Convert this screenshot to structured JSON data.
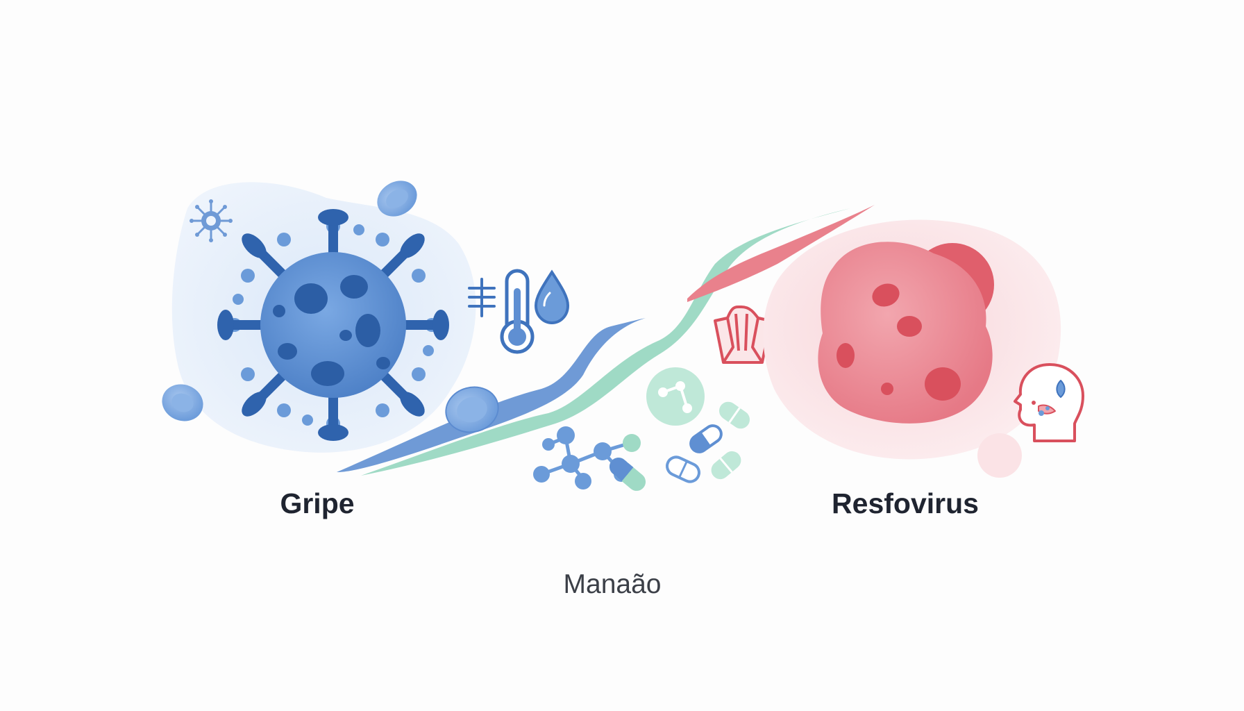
{
  "labels": {
    "left": "Gripe",
    "right": "Resfovirus",
    "caption": "Manaão"
  },
  "palette": {
    "flu_blue": "#3f73bd",
    "flu_blue_light": "#6b9bd9",
    "flu_blob": "#e7f0fb",
    "cold_red": "#e8707e",
    "cold_red_dark": "#d9505d",
    "cold_blob": "#fbe6e8",
    "mint": "#8fd3bb",
    "text": "#1f2430"
  },
  "icons": {
    "left_cluster": [
      "virus-icon",
      "small-virus-icon",
      "blood-cell-icon",
      "blood-cell-icon"
    ],
    "middle_cluster": [
      "thermometer-icon",
      "water-drop-icon",
      "cold-symbol-icon",
      "molecule-icon",
      "pill-icon",
      "capsule-icon"
    ],
    "right_cluster": [
      "cold-virus-icon",
      "tissue-icon",
      "head-sneeze-icon"
    ]
  }
}
